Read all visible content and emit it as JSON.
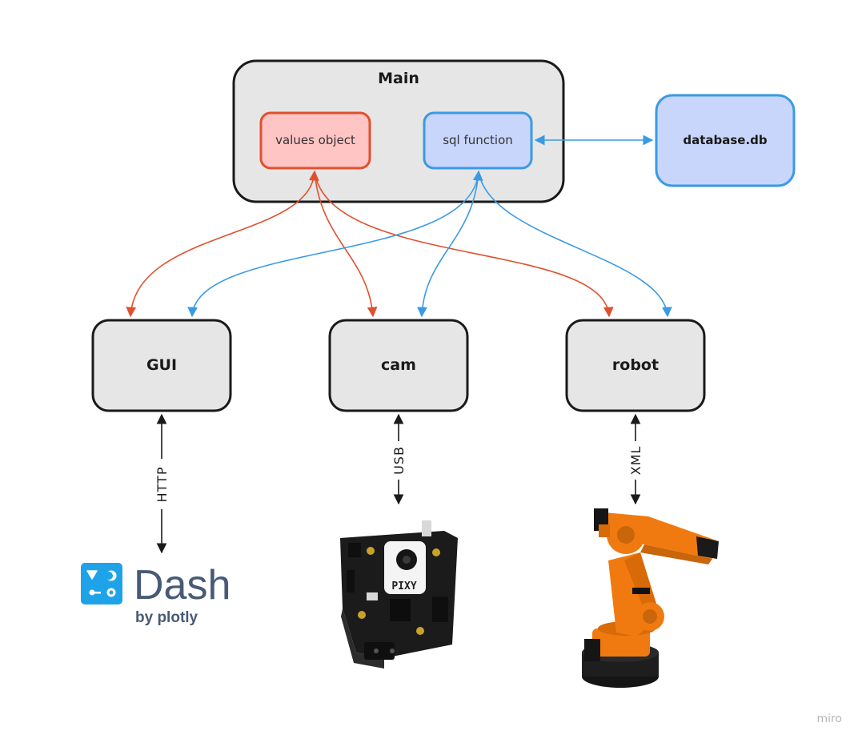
{
  "nodes": {
    "main": {
      "label": "Main"
    },
    "values": {
      "label": "values object"
    },
    "sql": {
      "label": "sql function"
    },
    "database": {
      "label": "database.db"
    },
    "gui": {
      "label": "GUI"
    },
    "cam": {
      "label": "cam"
    },
    "robot": {
      "label": "robot"
    }
  },
  "links": {
    "http": "HTTP",
    "usb": "USB",
    "xml": "XML"
  },
  "images": {
    "dash": {
      "word": "Dash",
      "by": "by plotly"
    },
    "pixy": {
      "text": "PIXY"
    }
  },
  "watermark": "miro",
  "colors": {
    "red_edge": "#e0502e",
    "blue_edge": "#3a9ae3",
    "box_fill": "#e6e6e6",
    "red_fill": "#ffc4c4",
    "blue_fill": "#c8d6fb",
    "dash_blue": "#1fa3e8",
    "kuka_orange": "#f07a10"
  }
}
